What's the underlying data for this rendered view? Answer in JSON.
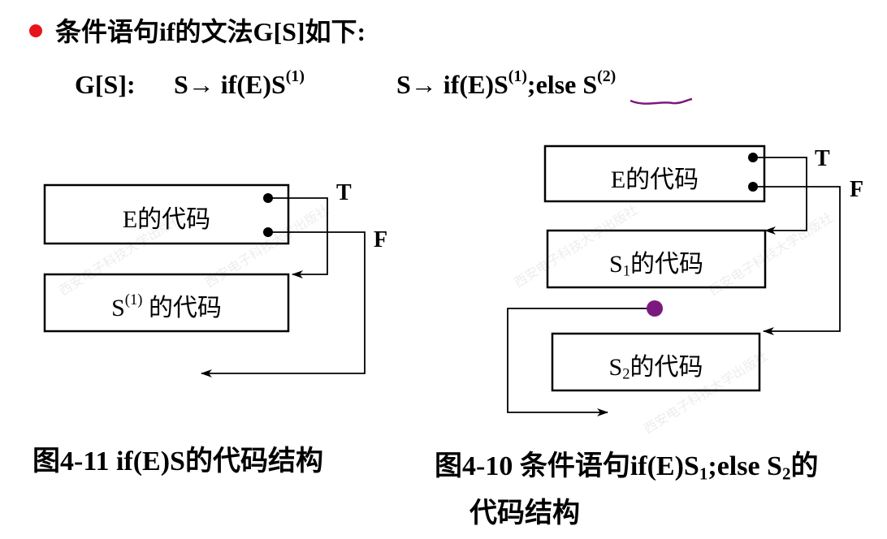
{
  "heading": {
    "bullet_color": "#e8141a",
    "text": "条件语句if的文法G[S]如下:"
  },
  "grammar": {
    "label": "G[S]:",
    "rule1_pre": "S→ if(E)S",
    "rule1_sup": "(1)",
    "rule2_pre": "S→ if(E)S",
    "rule2_sup1": "(1)",
    "rule2_mid": ";else ",
    "rule2_s": "S",
    "rule2_sup2": "(2)",
    "annotation_color": "#7b1a7e"
  },
  "left_diagram": {
    "box1_label": "E的代码",
    "box2_s": "S",
    "box2_sup": "(1)",
    "box2_rest": " 的代码",
    "true_label": "T",
    "false_label": "F",
    "caption": "图4-11  if(E)S的代码结构"
  },
  "right_diagram": {
    "box1_label": "E的代码",
    "box2_s": "S",
    "box2_sub": "1",
    "box2_rest": "的代码",
    "box3_s": "S",
    "box3_sub": "2",
    "box3_rest": "的代码",
    "true_label": "T",
    "false_label": "F",
    "caption_line1_a": "图4-10  条件语句if(E)S",
    "caption_line1_sub1": "1",
    "caption_line1_b": ";else S",
    "caption_line1_sub2": "2",
    "caption_line1_c": "的",
    "caption_line2": "代码结构",
    "marker_color": "#7b1a7e"
  },
  "watermark": {
    "text": "西安电子科技大学出版社"
  }
}
